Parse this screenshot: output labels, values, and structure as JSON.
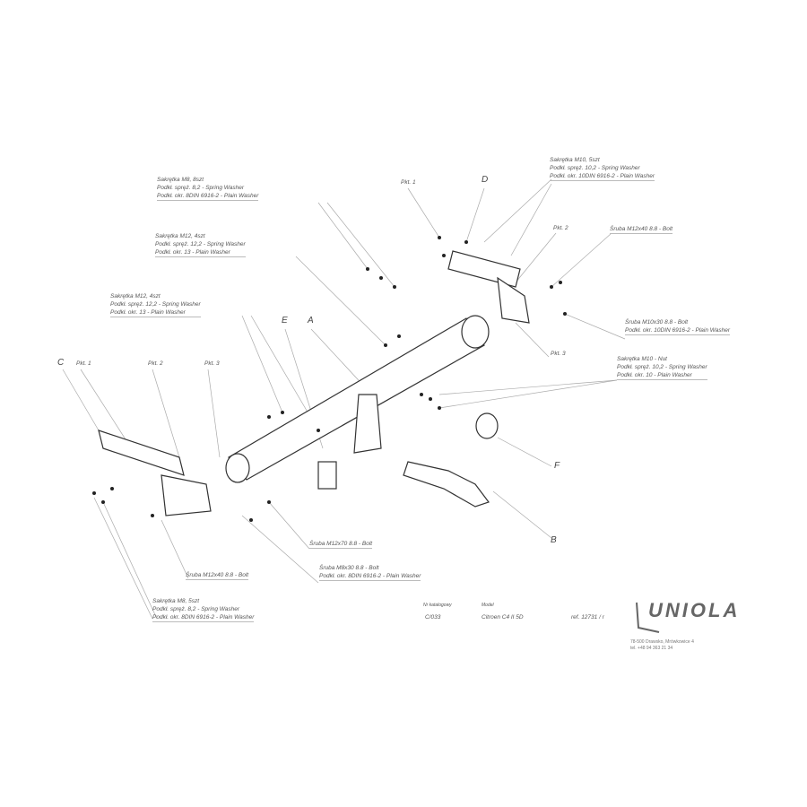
{
  "labels": [
    {
      "id": "nut-m8-top",
      "lines": [
        "Sakrętka M8, 8szt",
        "Podkł. spręż. 8,2 - Spring Washer",
        "Podkł. okr. 8DIN 6916-2 - Plain Washer"
      ]
    },
    {
      "id": "nut-m12-a",
      "lines": [
        "Sakrętka M12, 4szt",
        "Podkł. spręż. 12,2 - Spring Washer",
        "Podkł. okr. 13 - Plain Washer"
      ]
    },
    {
      "id": "nut-m12-b",
      "lines": [
        "Sakrętka M12, 4szt",
        "Podkł. spręż. 12,2 - Spring Washer",
        "Podkł. okr. 13 - Plain Washer"
      ]
    },
    {
      "id": "nut-m10-top",
      "lines": [
        "Sakrętka M10, 5szt",
        "Podkł. spręż. 10,2 - Spring Washer",
        "Podkł. okr. 10DIN 6916-2 - Plain Washer"
      ]
    },
    {
      "id": "bolt-m12x40-right",
      "lines": [
        "Śruba M12x40 8.8 - Bolt"
      ]
    },
    {
      "id": "bolt-m10x30",
      "lines": [
        "Śruba M10x30 8.8 - Bolt",
        "Podkł. okr. 10DIN 6916-2 - Plain Washer"
      ]
    },
    {
      "id": "nut-m10-right",
      "lines": [
        "Sakrętka M10 - Nut",
        "Podkł. spręż. 10,2 - Spring Washer",
        "Podkł. okr. 10 - Plain Washer"
      ]
    },
    {
      "id": "bolt-m12x70",
      "lines": [
        "Śruba M12x70 8.8 - Bolt"
      ]
    },
    {
      "id": "bolt-m8x30",
      "lines": [
        "Śruba M8x30 8.8 - Bolt",
        "Podkł. okr. 8DIN 6916-2 - Plain Washer"
      ]
    },
    {
      "id": "bolt-m12x40-left",
      "lines": [
        "Śruba M12x40 8.8 - Bolt"
      ]
    },
    {
      "id": "nut-m8-bottom",
      "lines": [
        "Sakrętka M8, 5szt",
        "Podkł. spręż. 8,2 - Spring Washer",
        "Podkł. okr. 8DIN 6916-2 - Plain Washer"
      ]
    }
  ],
  "points": {
    "pkt1_top": "Pkt. 1",
    "pkt2_right": "Pkt. 2",
    "pkt3_right": "Pkt. 3",
    "pkt1_left": "Pkt. 1",
    "pkt2_left": "Pkt. 2",
    "pkt3_left": "Pkt. 3"
  },
  "letters": {
    "A": "A",
    "B": "B",
    "C": "C",
    "D": "D",
    "E": "E",
    "F": "F"
  },
  "title_block": {
    "catalog_label": "Nr katalogowy",
    "catalog_value": "C/033",
    "model_label": "Model",
    "model_value": "Citroen C4 II 5D",
    "ref": "ref. 12731 / r",
    "brand": "UNIOLA",
    "address": [
      "78-500 Drawsko, Mrówkowice 4",
      "tel. +48 94 363 21 34"
    ]
  }
}
